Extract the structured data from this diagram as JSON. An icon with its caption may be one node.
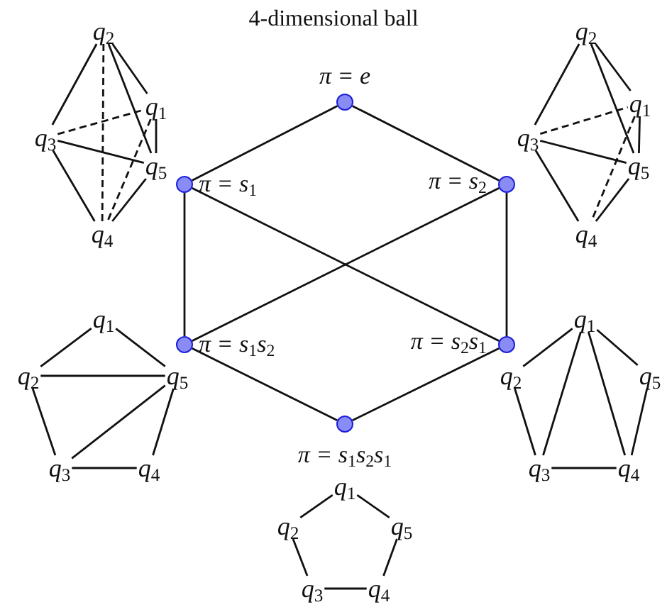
{
  "diagram": {
    "title": "4-dimensional ball",
    "nodes": [
      {
        "text": [],
        "shape": "circle",
        "beside": [
          "π = e"
        ]
      },
      {
        "text": [],
        "shape": "circle",
        "beside": [
          "π = s$_{1}$"
        ]
      },
      {
        "text": [],
        "shape": "circle",
        "beside": [
          "π = s$_{2}$"
        ]
      },
      {
        "text": [],
        "shape": "circle",
        "beside": [
          "π = s$_{1}$s$_{2}$"
        ]
      },
      {
        "text": [],
        "shape": "circle",
        "beside": [
          "π = s$_{2}$s$_{1}$"
        ]
      },
      {
        "text": [],
        "shape": "circle",
        "beside": [
          "π = s$_{1}$s$_{2}$s$_{1}$"
        ]
      },
      {
        "text": [
          "q$_{1}$"
        ]
      },
      {
        "text": [
          "q$_{2}$"
        ]
      },
      {
        "text": [
          "q$_{3}$"
        ]
      },
      {
        "text": [
          "q$_{4}$"
        ]
      },
      {
        "text": [
          "q$_{5}$"
        ]
      },
      {
        "text": [
          "q$_{1}$"
        ]
      },
      {
        "text": [
          "q$_{2}$"
        ]
      },
      {
        "text": [
          "q$_{3}$"
        ]
      },
      {
        "text": [
          "q$_{4}$"
        ]
      },
      {
        "text": [
          "q$_{5}$"
        ]
      },
      {
        "text": [
          "q$_{1}$"
        ]
      },
      {
        "text": [
          "q$_{2}$"
        ]
      },
      {
        "text": [
          "q$_{3}$"
        ]
      },
      {
        "text": [
          "q$_{4}$"
        ]
      },
      {
        "text": [
          "q$_{5}$"
        ]
      },
      {
        "text": [
          "q$_{1}$"
        ]
      },
      {
        "text": [
          "q$_{2}$"
        ]
      },
      {
        "text": [
          "q$_{3}$"
        ]
      },
      {
        "text": [
          "q$_{4}$"
        ]
      },
      {
        "text": [
          "q$_{5}$"
        ]
      },
      {
        "text": [
          "q$_{1}$"
        ]
      },
      {
        "text": [
          "q$_{2}$"
        ]
      },
      {
        "text": [
          "q$_{3}$"
        ]
      },
      {
        "text": [
          "q$_{4}$"
        ]
      },
      {
        "text": [
          "q$_{5}$"
        ]
      }
    ],
    "edges": [
      {
        "from": 0,
        "to": 1,
        "arrow": "none"
      },
      {
        "from": 0,
        "to": 2,
        "arrow": "none"
      },
      {
        "from": 1,
        "to": 3,
        "arrow": "none"
      },
      {
        "from": 1,
        "to": 4,
        "arrow": "none"
      },
      {
        "from": 2,
        "to": 3,
        "arrow": "none"
      },
      {
        "from": 2,
        "to": 4,
        "arrow": "none"
      },
      {
        "from": 3,
        "to": 5,
        "arrow": "none"
      },
      {
        "from": 4,
        "to": 5,
        "arrow": "none"
      },
      {
        "from": 7,
        "to": 8,
        "arrow": "none"
      },
      {
        "from": 7,
        "to": 6,
        "arrow": "none"
      },
      {
        "from": 7,
        "to": 10,
        "arrow": "none"
      },
      {
        "from": 7,
        "to": 9,
        "arrow": "none",
        "style": "dashed"
      },
      {
        "from": 8,
        "to": 6,
        "arrow": "none",
        "style": "dashed"
      },
      {
        "from": 8,
        "to": 10,
        "arrow": "none"
      },
      {
        "from": 8,
        "to": 9,
        "arrow": "none"
      },
      {
        "from": 6,
        "to": 10,
        "arrow": "none"
      },
      {
        "from": 6,
        "to": 9,
        "arrow": "none",
        "style": "dashed"
      },
      {
        "from": 10,
        "to": 9,
        "arrow": "none"
      },
      {
        "from": 12,
        "to": 13,
        "arrow": "none"
      },
      {
        "from": 12,
        "to": 11,
        "arrow": "none"
      },
      {
        "from": 12,
        "to": 15,
        "arrow": "none"
      },
      {
        "from": 13,
        "to": 11,
        "arrow": "none",
        "style": "dashed"
      },
      {
        "from": 13,
        "to": 15,
        "arrow": "none"
      },
      {
        "from": 13,
        "to": 14,
        "arrow": "none"
      },
      {
        "from": 11,
        "to": 15,
        "arrow": "none"
      },
      {
        "from": 11,
        "to": 14,
        "arrow": "none",
        "style": "dashed"
      },
      {
        "from": 15,
        "to": 14,
        "arrow": "none"
      },
      {
        "from": 16,
        "to": 17,
        "arrow": "none"
      },
      {
        "from": 16,
        "to": 20,
        "arrow": "none"
      },
      {
        "from": 17,
        "to": 20,
        "arrow": "none"
      },
      {
        "from": 17,
        "to": 18,
        "arrow": "none"
      },
      {
        "from": 18,
        "to": 20,
        "arrow": "none"
      },
      {
        "from": 18,
        "to": 19,
        "arrow": "none"
      },
      {
        "from": 19,
        "to": 20,
        "arrow": "none"
      },
      {
        "from": 21,
        "to": 22,
        "arrow": "none"
      },
      {
        "from": 21,
        "to": 23,
        "arrow": "none"
      },
      {
        "from": 21,
        "to": 24,
        "arrow": "none"
      },
      {
        "from": 21,
        "to": 25,
        "arrow": "none"
      },
      {
        "from": 22,
        "to": 23,
        "arrow": "none"
      },
      {
        "from": 23,
        "to": 24,
        "arrow": "none"
      },
      {
        "from": 24,
        "to": 25,
        "arrow": "none"
      },
      {
        "from": 26,
        "to": 27,
        "arrow": "none"
      },
      {
        "from": 27,
        "to": 28,
        "arrow": "none"
      },
      {
        "from": 28,
        "to": 29,
        "arrow": "none"
      },
      {
        "from": 29,
        "to": 30,
        "arrow": "none"
      },
      {
        "from": 30,
        "to": 26,
        "arrow": "none"
      }
    ]
  }
}
